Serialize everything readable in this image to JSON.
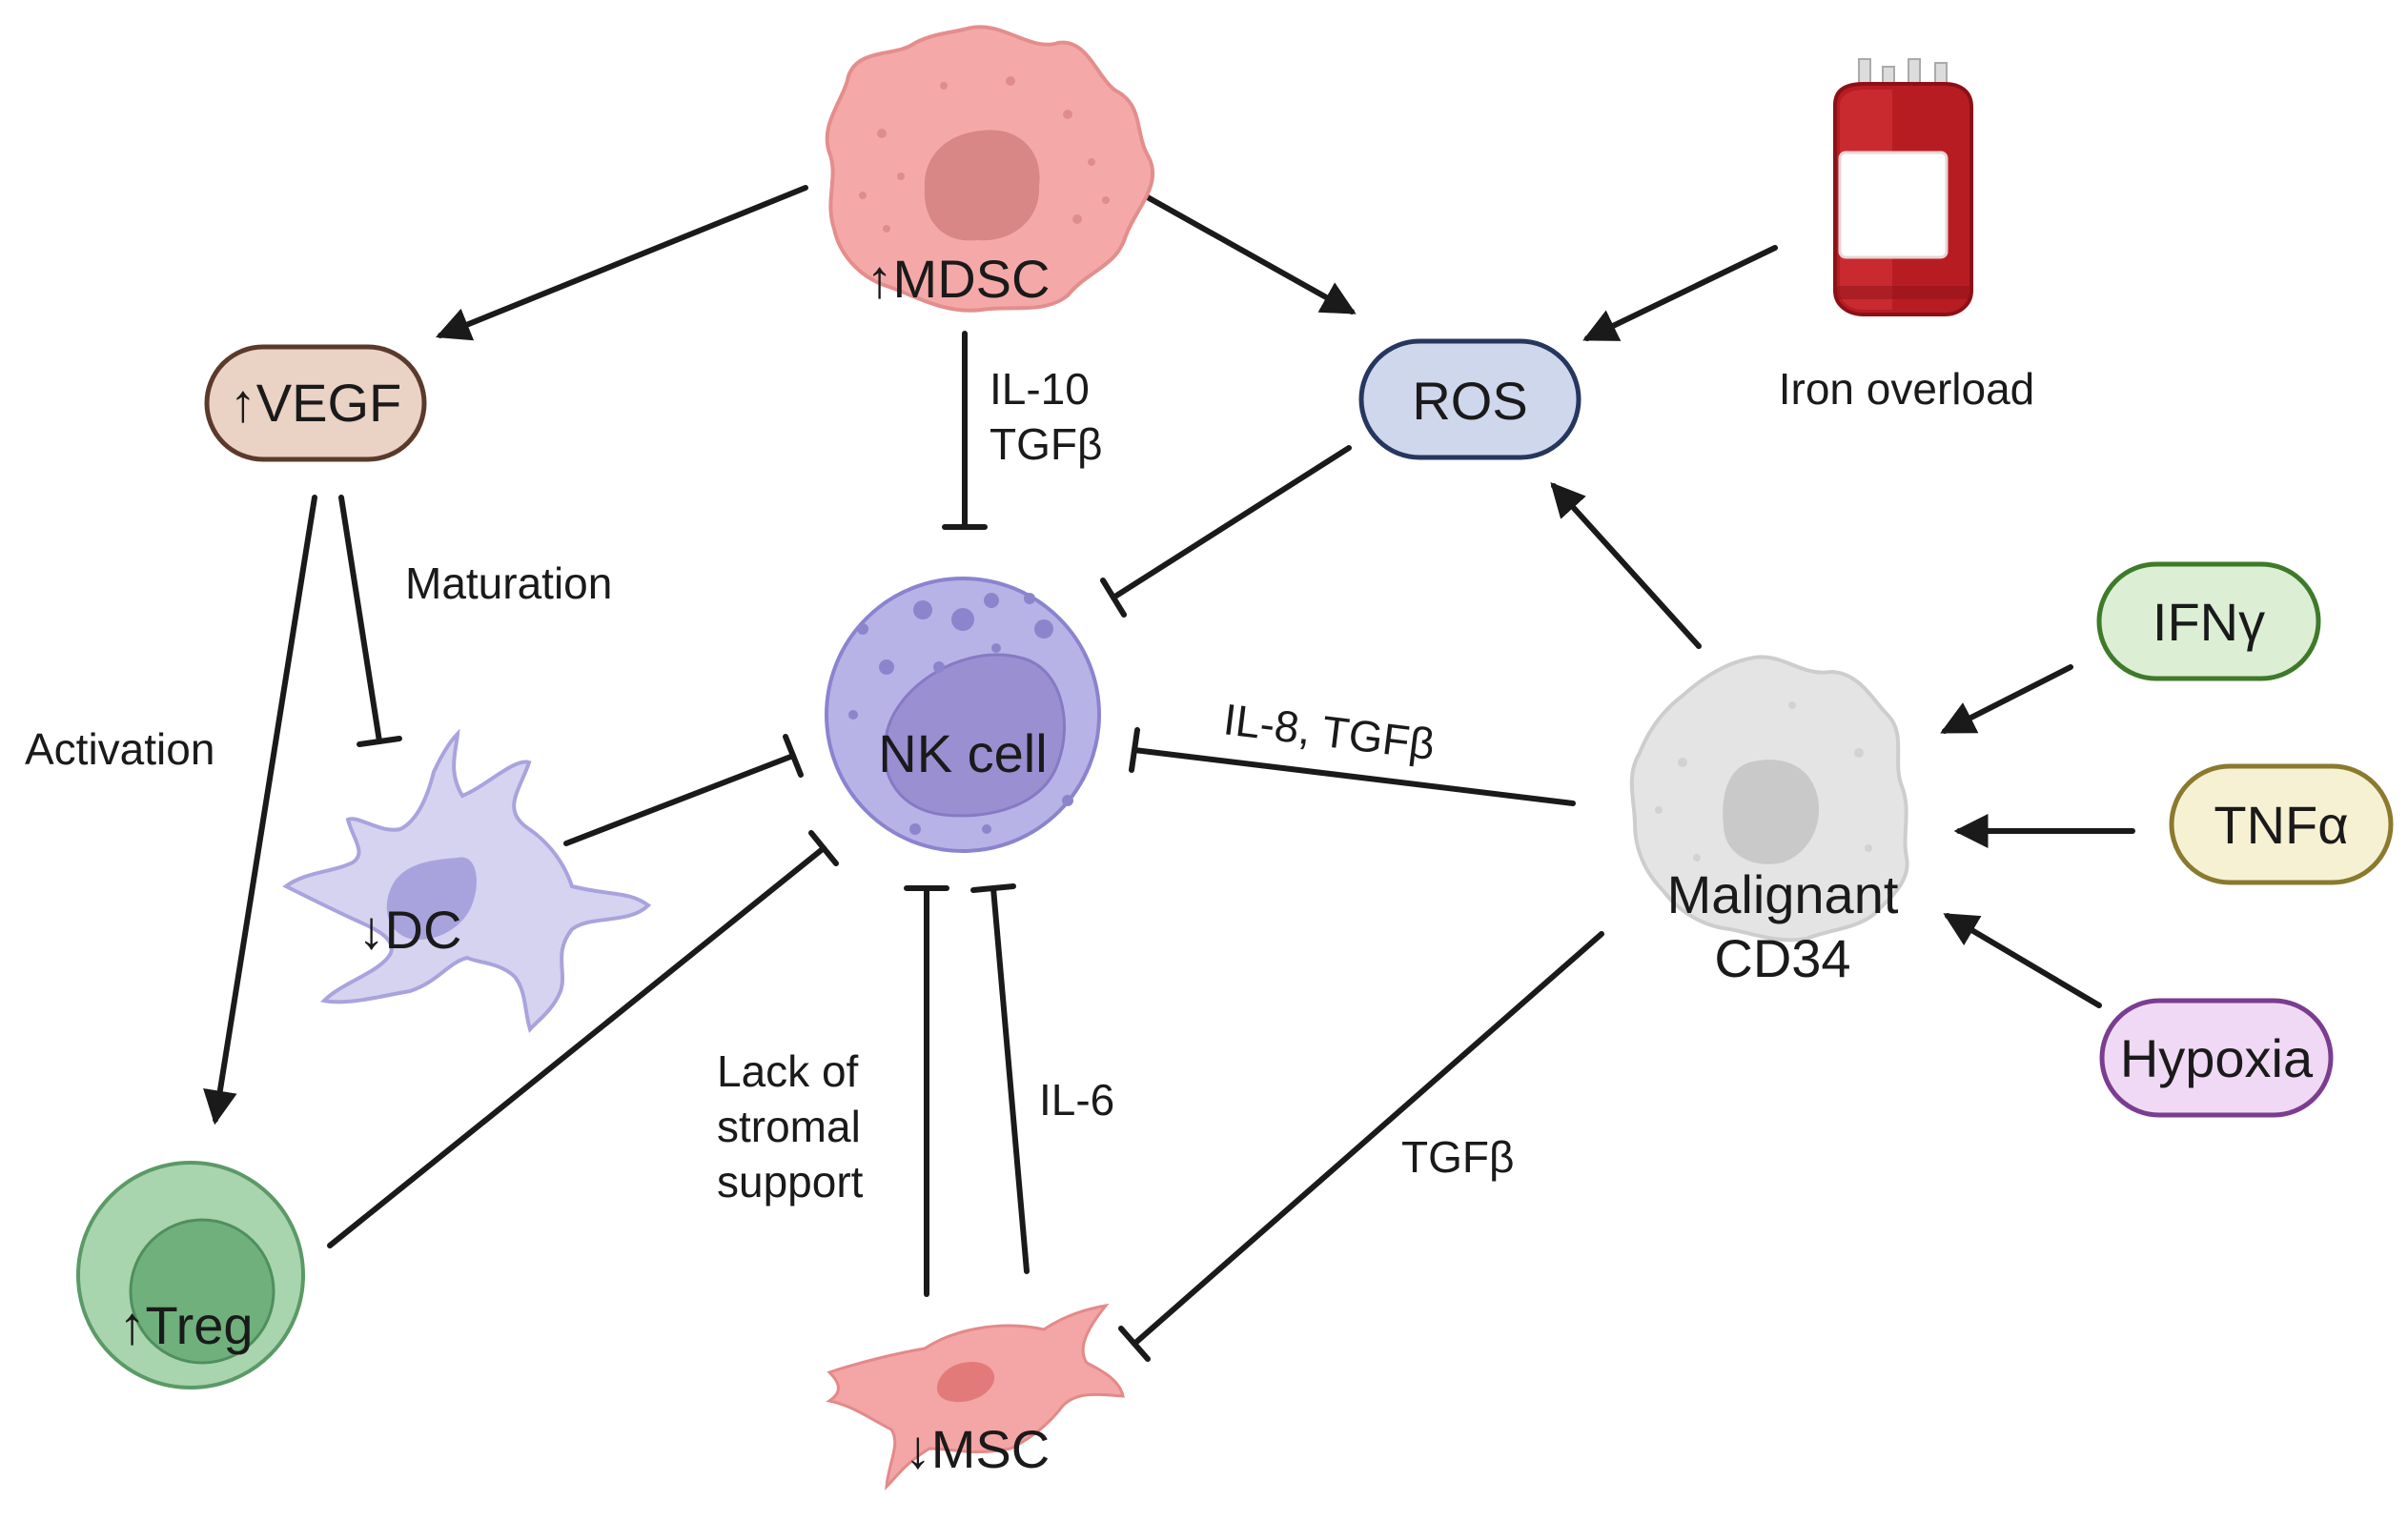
{
  "nodes": {
    "mdsc": "↑MDSC",
    "vegf": "↑VEGF",
    "ros": "ROS",
    "iron_overload": "Iron overload",
    "nk_cell": "NK cell",
    "dc": "↓DC",
    "treg": "↑Treg",
    "msc": "↓MSC",
    "malignant_line1": "Malignant",
    "malignant_line2": "CD34",
    "ifng": "IFNγ",
    "tnfa": "TNFα",
    "hypoxia": "Hypoxia"
  },
  "edge_labels": {
    "mdsc_nk_line1": "IL-10",
    "mdsc_nk_line2": "TGFβ",
    "maturation": "Maturation",
    "activation": "Activation",
    "malignant_nk": "IL-8, TGFβ",
    "stromal_line1": "Lack of",
    "stromal_line2": "stromal",
    "stromal_line3": "support",
    "msc_nk": "IL-6",
    "malignant_msc": "TGFβ"
  },
  "colors": {
    "mdsc_fill": "#f4a9a8",
    "mdsc_nucleus": "#d98686",
    "vegf_fill": "#ead2c4",
    "vegf_stroke": "#5a3a2a",
    "ros_fill": "#cfd7ec",
    "ros_stroke": "#27365e",
    "nk_fill": "#b7b3e6",
    "nk_nucleus": "#9a8fd0",
    "dc_fill": "#d6d3f0",
    "treg_fill": "#a8d4ae",
    "treg_nucleus": "#6fb07c",
    "msc_fill": "#f4a5a5",
    "malignant_fill": "#e4e4e4",
    "ifng_fill": "#dcefd4",
    "ifng_stroke": "#3f7a2a",
    "tnfa_fill": "#f7f1d3",
    "tnfa_stroke": "#8a7a2e",
    "hypoxia_fill": "#f0d9f5",
    "hypoxia_stroke": "#7a3d8f",
    "blood_bag": "#b81c23"
  }
}
